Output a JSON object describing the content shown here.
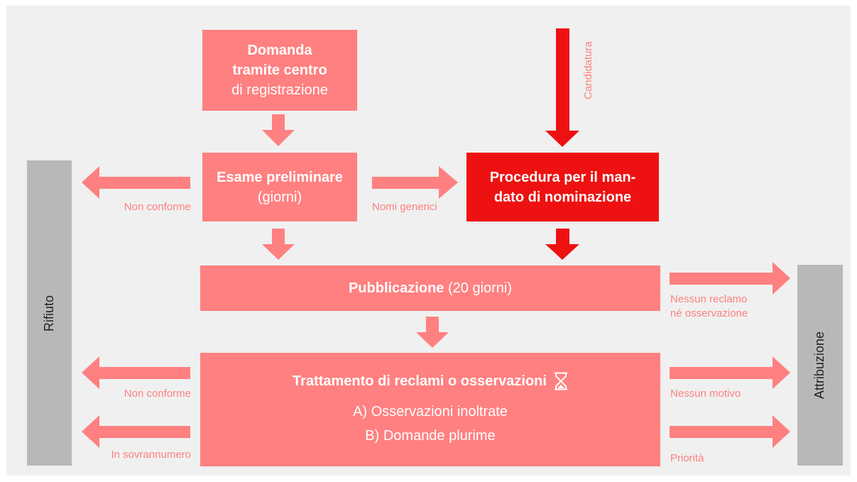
{
  "colors": {
    "background": "#f0f0f0",
    "box": "#ff8080",
    "box_highlight": "#ee1111",
    "side_bar": "#b8b8b8",
    "label": "#ff8080",
    "text_light": "#ffffff"
  },
  "boxes": {
    "domanda": {
      "line1": "Domanda",
      "line2": "tramite centro",
      "line3": "di registrazione"
    },
    "esame": {
      "line1": "Esame preliminare",
      "line2": "(giorni)"
    },
    "procedura": {
      "line1": "Procedura per il man-",
      "line2": "dato di nominazione"
    },
    "pubblicazione": {
      "title": "Pubblicazione",
      "suffix": "(20 giorni)"
    },
    "trattamento": {
      "title": "Trattamento di reclami o osservazioni",
      "icon": "hourglass-icon",
      "item_a": "A) Osservazioni inoltrate",
      "item_b": "B) Domande plurime"
    }
  },
  "side": {
    "left": "Rifiuto",
    "right": "Attribuzione"
  },
  "labels": {
    "candidatura": "Candidatura",
    "non_conforme_1": "Non conforme",
    "nomi_generici": "Nomi generici",
    "nessun_reclamo_1": "Nessun reclamo",
    "nessun_reclamo_2": "né osservazione",
    "non_conforme_2": "Non conforme",
    "in_sovrannumero": "In sovrannumero",
    "nessun_motivo": "Nessun motivo",
    "priorita": "Priorità"
  }
}
